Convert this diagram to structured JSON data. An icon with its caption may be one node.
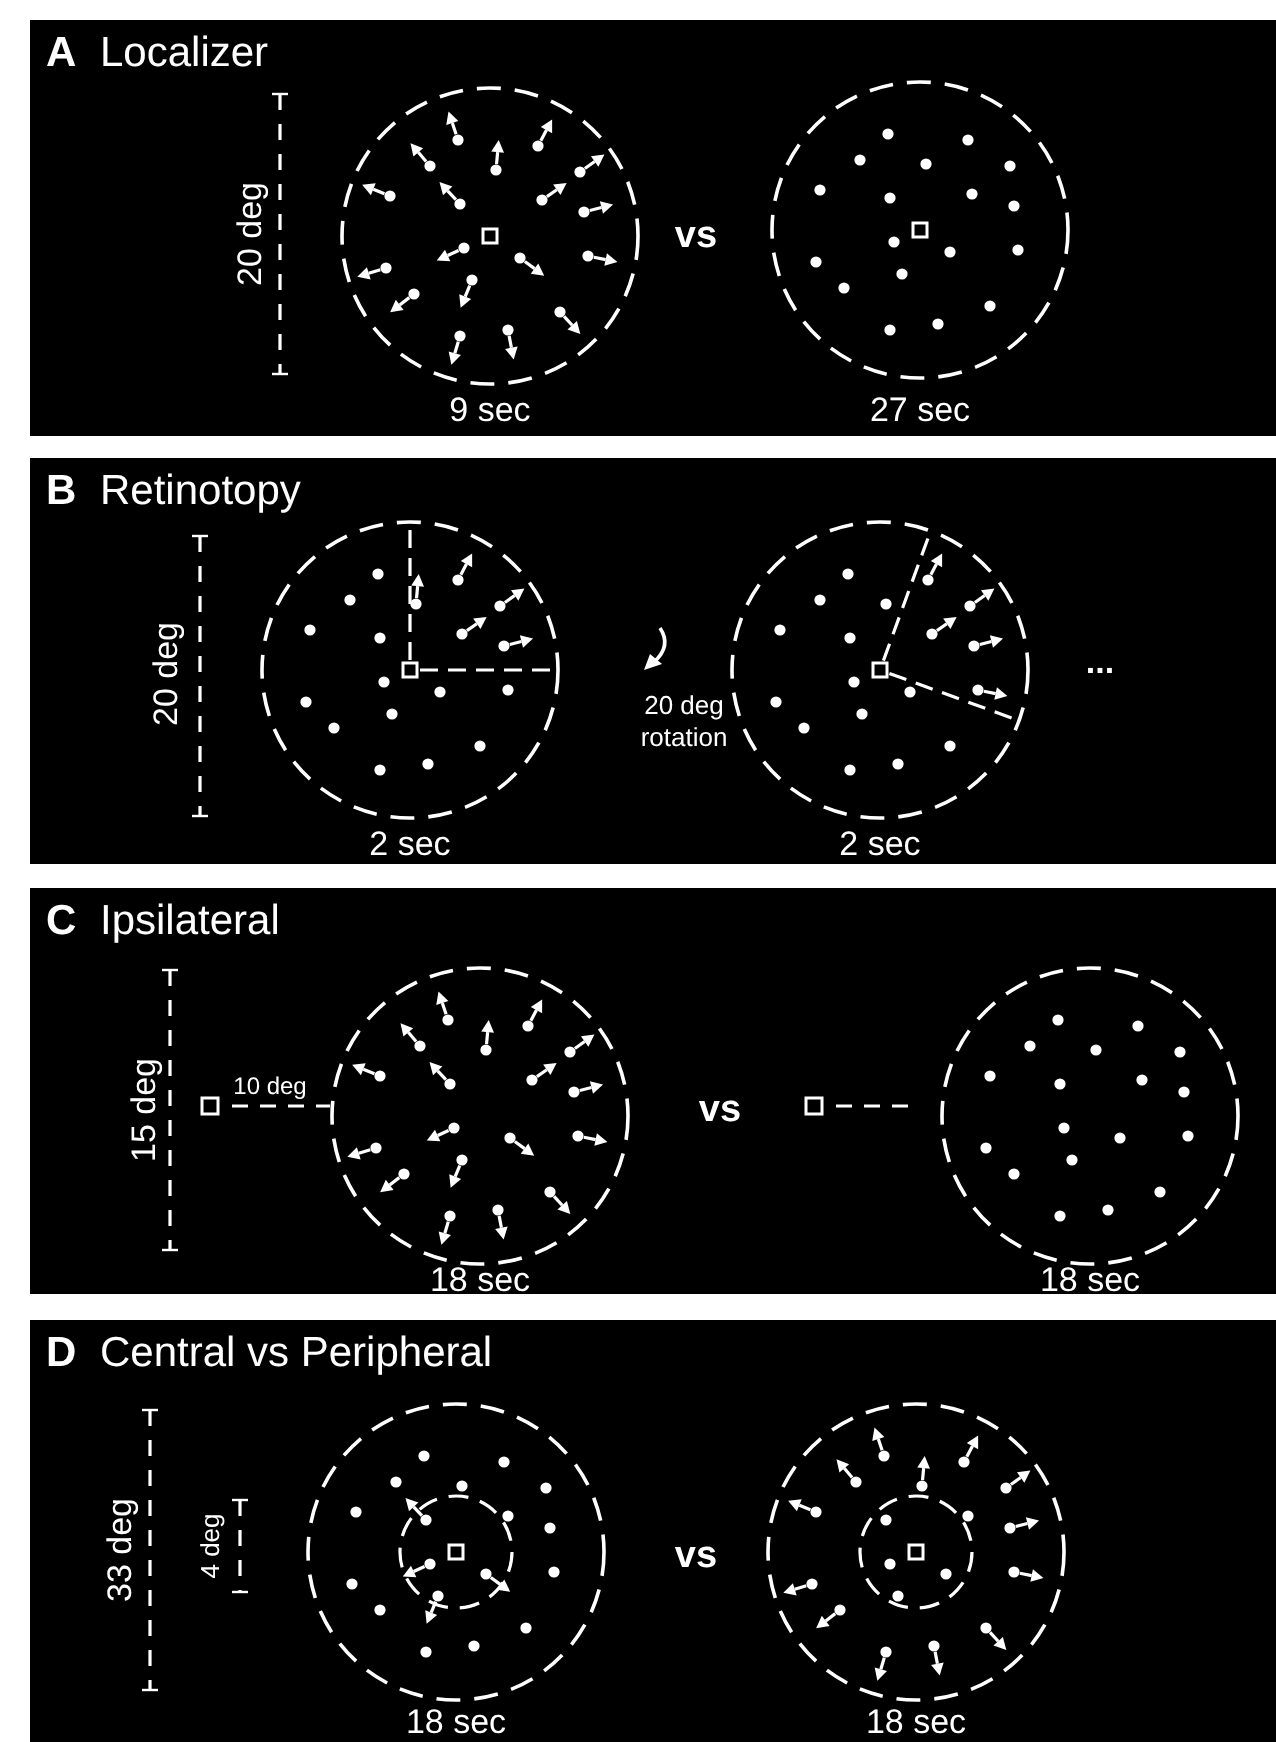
{
  "diagram": {
    "nodes": [
      {
        "text": [
          "A",
          "Localizer"
        ]
      },
      {
        "text": [],
        "shape": "circle",
        "in": 0,
        "beside": [
          "9 sec"
        ]
      },
      {
        "text": [],
        "shape": "circle",
        "in": 0,
        "beside": [
          "27 sec"
        ]
      },
      {
        "text": [
          "B",
          "Retinotopy"
        ]
      },
      {
        "text": [],
        "shape": "circle",
        "in": 3,
        "beside": [
          "2 sec"
        ]
      },
      {
        "text": [],
        "shape": "circle",
        "in": 3,
        "beside": [
          "2 sec"
        ]
      },
      {
        "text": [
          "C",
          "Ipsilateral"
        ]
      },
      {
        "text": [],
        "shape": "circle",
        "in": 6,
        "beside": [
          "18 sec"
        ]
      },
      {
        "text": [],
        "shape": "circle",
        "in": 6,
        "beside": [
          "18 sec"
        ]
      },
      {
        "text": [
          "D",
          "Central vs Peripheral"
        ]
      },
      {
        "text": [],
        "shape": "circle",
        "in": 9,
        "beside": [
          "18 sec"
        ]
      },
      {
        "text": [],
        "shape": "circle",
        "in": 9,
        "beside": [
          "18 sec"
        ]
      }
    ],
    "labels": [
      "20 deg",
      "vs",
      "20 deg",
      "20 deg rotation",
      "...",
      "15 deg",
      "10 deg",
      "vs",
      "33 deg",
      "4 deg",
      "vs"
    ]
  }
}
